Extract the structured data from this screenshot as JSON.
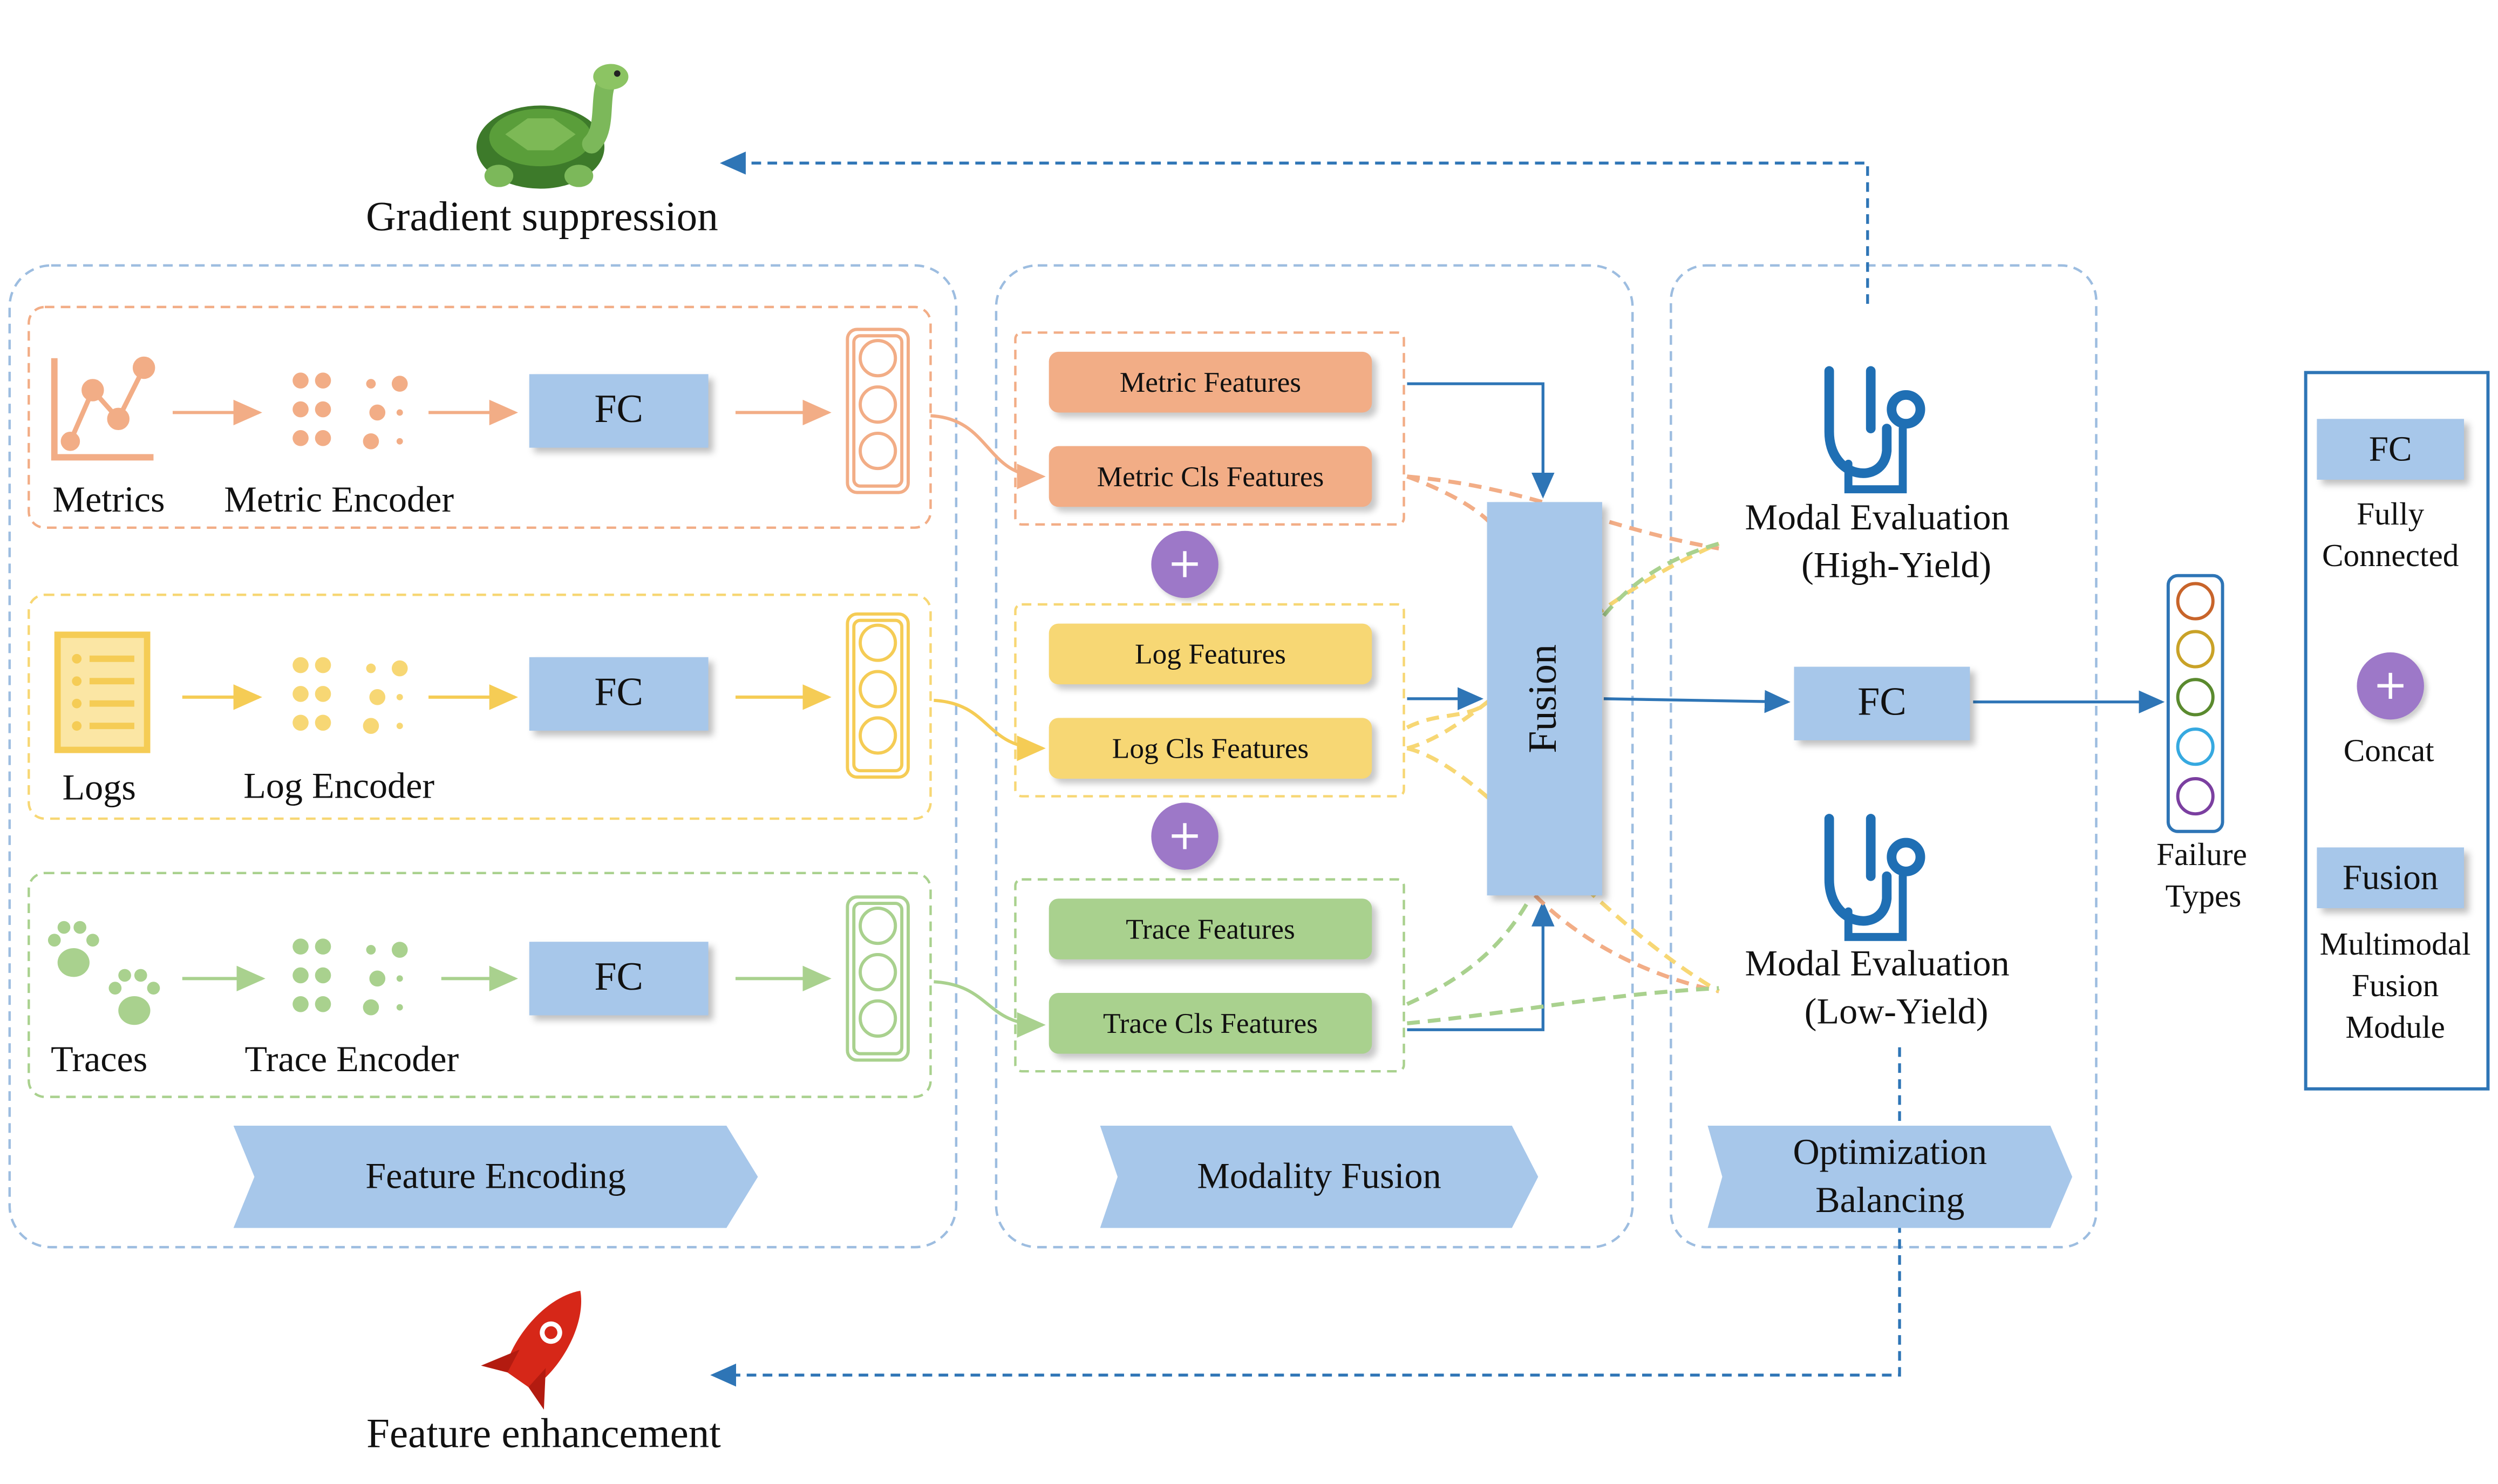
{
  "feature_encoding": {
    "rows": [
      {
        "input_label": "Metrics",
        "encoder_label": "Metric Encoder",
        "fc_label": "FC"
      },
      {
        "input_label": "Logs",
        "encoder_label": "Log Encoder",
        "fc_label": "FC"
      },
      {
        "input_label": "Traces",
        "encoder_label": "Trace Encoder",
        "fc_label": "FC"
      }
    ],
    "banner": "Feature Encoding"
  },
  "modality_fusion": {
    "metric_features": "Metric Features",
    "metric_cls": "Metric Cls Features",
    "log_features": "Log Features",
    "log_cls": "Log Cls Features",
    "trace_features": "Trace Features",
    "trace_cls": "Trace Cls Features",
    "plus_symbol": "+",
    "fusion_label": "Fusion",
    "banner": "Modality Fusion"
  },
  "optimization": {
    "high_line1": "Modal Evaluation",
    "high_line2": "(High-Yield)",
    "low_line1": "Modal Evaluation",
    "low_line2": "(Low-Yield)",
    "fc_label": "FC",
    "banner_line1": "Optimization",
    "banner_line2": "Balancing"
  },
  "output": {
    "line1": "Failure",
    "line2": "Types"
  },
  "top": {
    "label": "Gradient suppression",
    "icon": "turtle-icon"
  },
  "bottom": {
    "label": "Feature enhancement",
    "icon": "rocket-icon"
  },
  "legend": {
    "fc_box": "FC",
    "fc_line1": "Fully",
    "fc_line2": "Connected",
    "plus_symbol": "+",
    "concat": "Concat",
    "fusion_box": "Fusion",
    "fusion_line1": "Multimodal",
    "fusion_line2": "Fusion",
    "fusion_line3": "Module"
  },
  "colors": {
    "metric": "#f2ad86",
    "log": "#f7d774",
    "trace": "#a9d18e",
    "box_blue": "#a7c7ea",
    "arrow_blue": "#2e75b6",
    "concat_purple": "#9d78c8"
  }
}
